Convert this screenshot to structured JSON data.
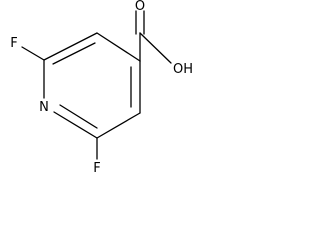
{
  "molecule": {
    "atoms": {
      "carbonyl_oxygen": "O",
      "hydroxyl": "OH",
      "ring_nitrogen": "N",
      "fluorine_top": "F",
      "fluorine_bottom": "F"
    }
  },
  "colors": {
    "bond": "#000000",
    "label": "#000000",
    "background": "#ffffff"
  }
}
